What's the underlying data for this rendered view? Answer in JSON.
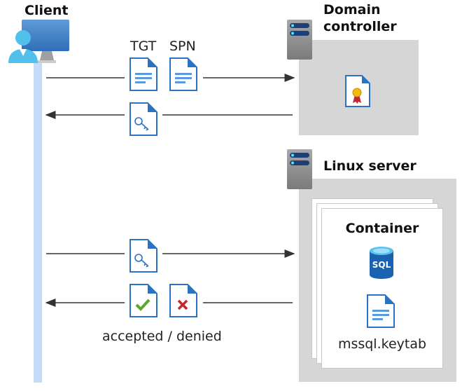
{
  "client": {
    "title": "Client"
  },
  "domain_controller": {
    "title_line1": "Domain",
    "title_line2": "controller"
  },
  "linux_server": {
    "title": "Linux server",
    "container": {
      "title": "Container",
      "sql_label": "SQL",
      "keytab_label": "mssql.keytab"
    }
  },
  "messages": {
    "tgt_label": "TGT",
    "spn_label": "SPN",
    "result_label": "accepted / denied"
  },
  "colors": {
    "lifeline": "#c5dcf8",
    "box": "#d6d6d6",
    "doc_blue": "#2b72c2",
    "accept": "#5ea72a",
    "deny": "#c4262e"
  }
}
